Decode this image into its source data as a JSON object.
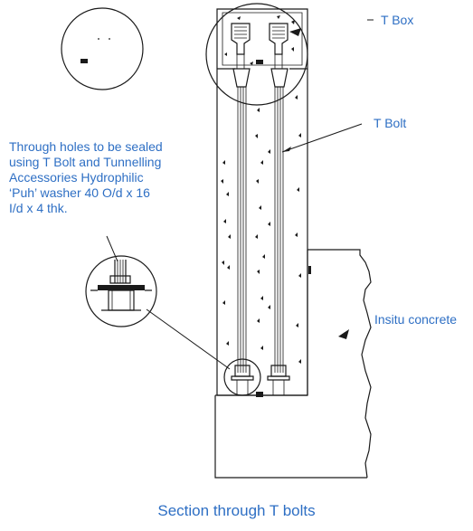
{
  "labels": {
    "t_box": "T Box",
    "t_bolt": "T Bolt",
    "insitu_concrete": "Insitu concrete",
    "note_lines": [
      "Through holes to be sealed",
      "using T Bolt and Tunnelling",
      "Accessories Hydrophilic",
      "‘Puh’ washer 40 O/d x 16",
      "I/d x 4 thk."
    ],
    "caption": "Section through T bolts"
  },
  "colors": {
    "label_blue": "#2e6fc4",
    "line": "#1a1a1a"
  }
}
